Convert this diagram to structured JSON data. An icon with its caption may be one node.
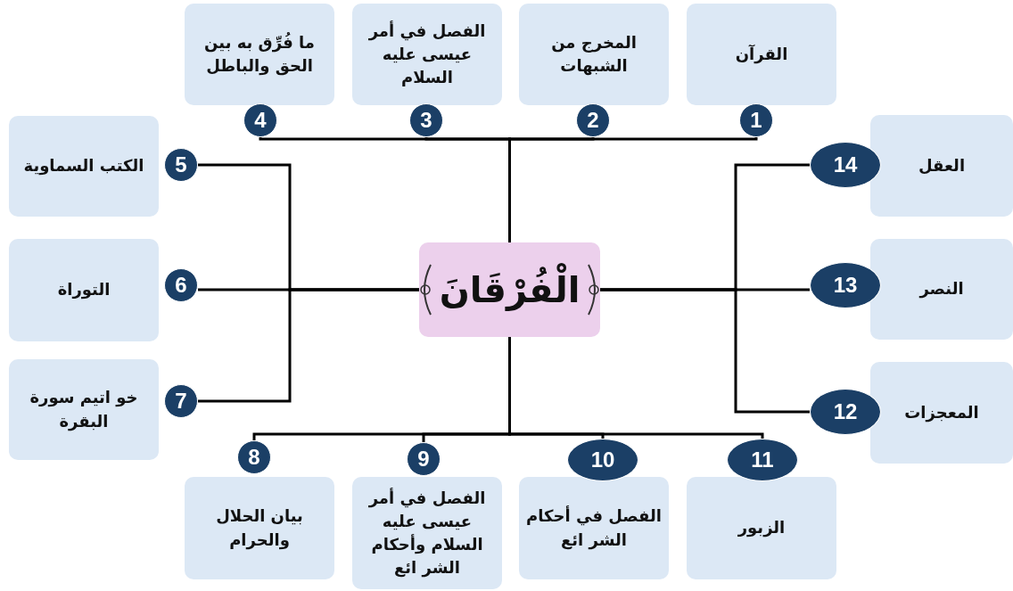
{
  "diagram": {
    "nodes": [
      {
        "text": [
          "الْفُرْقَانَ"
        ]
      },
      {
        "text": [
          "القرآن"
        ]
      },
      {
        "text": [
          "1"
        ]
      },
      {
        "text": [
          "المخرج من الشبهات"
        ]
      },
      {
        "text": [
          "2"
        ]
      },
      {
        "text": [
          "الفصل في أمر عيسى عليه السلام"
        ]
      },
      {
        "text": [
          "3"
        ]
      },
      {
        "text": [
          "ما فُرِّق به بين الحق والباطل"
        ]
      },
      {
        "text": [
          "4"
        ]
      },
      {
        "text": [
          "الكتب السماوية"
        ]
      },
      {
        "text": [
          "5"
        ]
      },
      {
        "text": [
          "التوراة"
        ]
      },
      {
        "text": [
          "6"
        ]
      },
      {
        "text": [
          "خو اتيم سورة البقرة"
        ]
      },
      {
        "text": [
          "7"
        ]
      },
      {
        "text": [
          "بيان الحلال والحرام"
        ]
      },
      {
        "text": [
          "8"
        ]
      },
      {
        "text": [
          "الفصل في أمر عيسى عليه السلام وأحكام الشر ائع"
        ]
      },
      {
        "text": [
          "9"
        ]
      },
      {
        "text": [
          "الفصل في أحكام الشر ائع"
        ]
      },
      {
        "text": [
          "10"
        ]
      },
      {
        "text": [
          "الزبور"
        ]
      },
      {
        "text": [
          "11"
        ]
      },
      {
        "text": [
          "المعجزات"
        ]
      },
      {
        "text": [
          "12"
        ]
      },
      {
        "text": [
          "النصر"
        ]
      },
      {
        "text": [
          "13"
        ]
      },
      {
        "text": [
          "العقل"
        ]
      },
      {
        "text": [
          "14"
        ]
      }
    ],
    "edges": [
      {
        "from": 0,
        "to": 2,
        "arrow": "none"
      },
      {
        "from": 0,
        "to": 4,
        "arrow": "none"
      },
      {
        "from": 0,
        "to": 6,
        "arrow": "none"
      },
      {
        "from": 0,
        "to": 8,
        "arrow": "none"
      },
      {
        "from": 0,
        "to": 10,
        "arrow": "none"
      },
      {
        "from": 0,
        "to": 12,
        "arrow": "none"
      },
      {
        "from": 0,
        "to": 14,
        "arrow": "none"
      },
      {
        "from": 0,
        "to": 16,
        "arrow": "none"
      },
      {
        "from": 0,
        "to": 18,
        "arrow": "none"
      },
      {
        "from": 0,
        "to": 20,
        "arrow": "none"
      },
      {
        "from": 0,
        "to": 22,
        "arrow": "none"
      },
      {
        "from": 0,
        "to": 24,
        "arrow": "none"
      },
      {
        "from": 0,
        "to": 26,
        "arrow": "none"
      },
      {
        "from": 0,
        "to": 28,
        "arrow": "none"
      }
    ]
  }
}
